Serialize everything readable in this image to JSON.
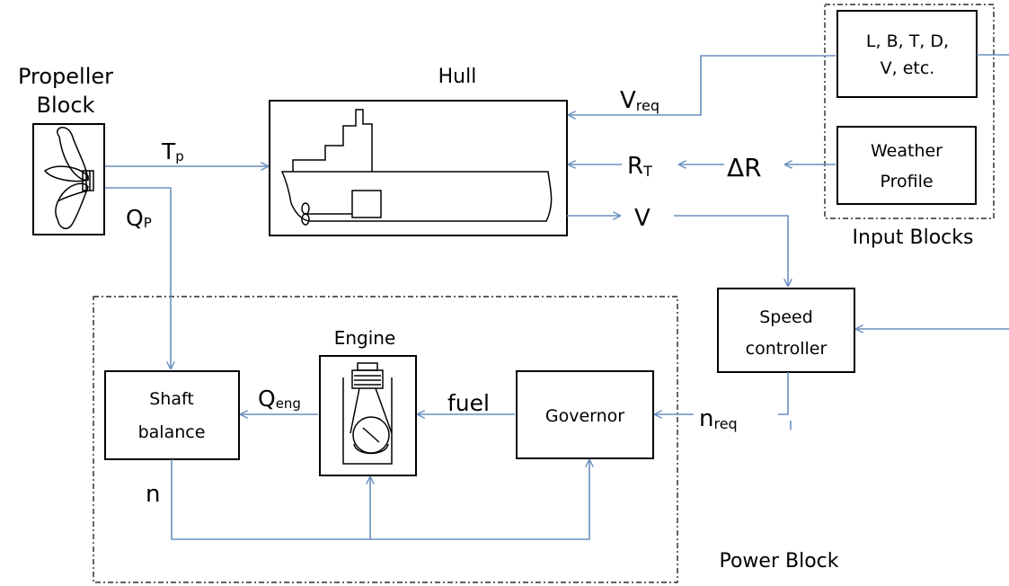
{
  "colors": {
    "arrow": "#6a8fbf",
    "stroke": "#000000",
    "background": "#ffffff"
  },
  "labels": {
    "propeller_block_l1": "Propeller",
    "propeller_block_l2": "Block",
    "hull": "Hull",
    "engine": "Engine",
    "input_blocks": "Input Blocks",
    "power_block": "Power Block"
  },
  "blocks": {
    "input_params_l1": "L, B, T,  D,",
    "input_params_l2": "V, etc.",
    "weather_l1": "Weather",
    "weather_l2": "Profile",
    "speed_l1": "Speed",
    "speed_l2": "controller",
    "governor": "Governor",
    "shaft_l1": "Shaft",
    "shaft_l2": "balance"
  },
  "signals": {
    "tp_main": "T",
    "tp_sub": "p",
    "qp_main": "Q",
    "qp_sub": "P",
    "vreq_main": "V",
    "vreq_sub": "req",
    "rt_main": "R",
    "rt_sub": "T",
    "delta_r": "ΔR",
    "v": "V",
    "nreq_main": "n",
    "nreq_sub": "req",
    "fuel": "fuel",
    "qeng_main": "Q",
    "qeng_sub": "eng",
    "n": "n"
  },
  "icons": [
    "propeller-icon",
    "ship-hull-icon",
    "engine-piston-icon"
  ]
}
